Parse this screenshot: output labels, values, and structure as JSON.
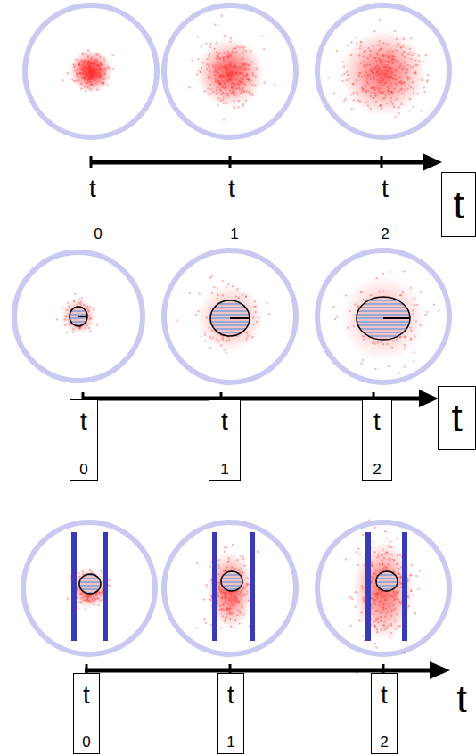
{
  "diagram": {
    "nodes": [
      {
        "text": [
          "t"
        ]
      },
      {
        "text": [
          "t",
          "0"
        ]
      },
      {
        "text": [
          "t",
          "1"
        ]
      },
      {
        "text": [
          "t",
          "2"
        ]
      },
      {
        "text": [
          "t"
        ]
      },
      {
        "text": [
          "t",
          "0"
        ]
      },
      {
        "text": [
          "t",
          "1"
        ]
      },
      {
        "text": [
          "t",
          "2"
        ]
      }
    ],
    "labels": [
      "t",
      "0",
      "t",
      "1",
      "t",
      "2",
      "t"
    ]
  }
}
